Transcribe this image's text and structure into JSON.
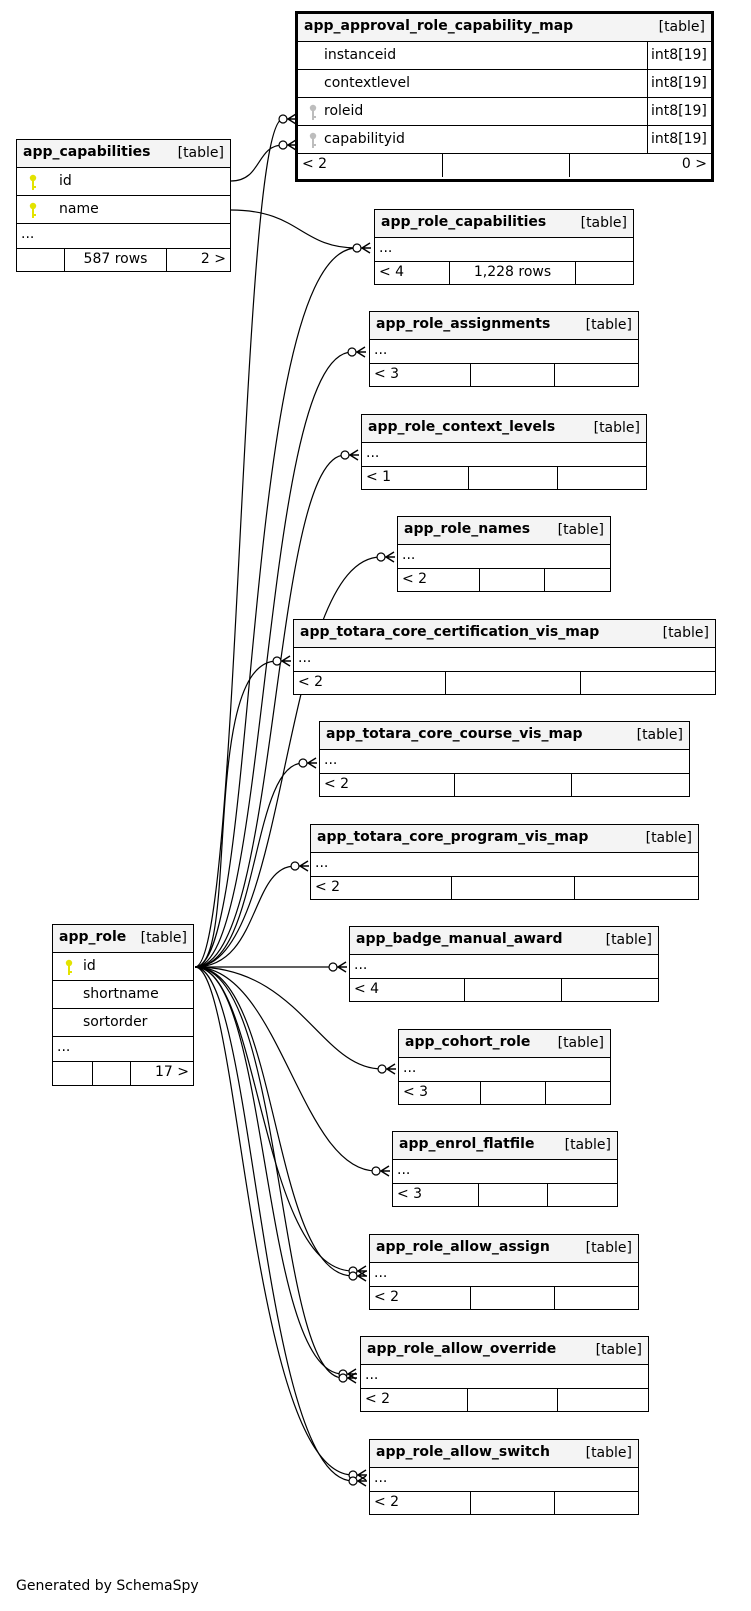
{
  "footer_text": "Generated by SchemaSpy",
  "colors": {
    "primary_key": "#e3e300",
    "foreign_key": "#bdbdbd",
    "header_bg": "#f4f4f4"
  },
  "tables": {
    "approval_map": {
      "name": "app_approval_role_capability_map",
      "type": "[table]",
      "columns": [
        {
          "name": "instanceid",
          "type": "int8[19]",
          "key": "none"
        },
        {
          "name": "contextlevel",
          "type": "int8[19]",
          "key": "none"
        },
        {
          "name": "roleid",
          "type": "int8[19]",
          "key": "foreign"
        },
        {
          "name": "capabilityid",
          "type": "int8[19]",
          "key": "foreign"
        }
      ],
      "footer": {
        "left": "< 2",
        "mid": "",
        "right": "0 >"
      }
    },
    "capabilities": {
      "name": "app_capabilities",
      "type": "[table]",
      "columns": [
        {
          "name": "id",
          "key": "primary"
        },
        {
          "name": "name",
          "key": "primary"
        }
      ],
      "more": "...",
      "footer": {
        "left": "",
        "mid": "587 rows",
        "right": "2 >"
      }
    },
    "role": {
      "name": "app_role",
      "type": "[table]",
      "columns": [
        {
          "name": "id",
          "key": "primary"
        },
        {
          "name": "shortname",
          "key": "none"
        },
        {
          "name": "sortorder",
          "key": "none"
        }
      ],
      "more": "...",
      "footer": {
        "left": "",
        "mid": "",
        "right": "17 >"
      }
    },
    "role_capabilities": {
      "name": "app_role_capabilities",
      "type": "[table]",
      "more": "...",
      "footer": {
        "left": "< 4",
        "mid": "1,228 rows",
        "right": ""
      }
    },
    "role_assignments": {
      "name": "app_role_assignments",
      "type": "[table]",
      "more": "...",
      "footer": {
        "left": "< 3",
        "mid": "",
        "right": ""
      }
    },
    "role_context_levels": {
      "name": "app_role_context_levels",
      "type": "[table]",
      "more": "...",
      "footer": {
        "left": "< 1",
        "mid": "",
        "right": ""
      }
    },
    "role_names": {
      "name": "app_role_names",
      "type": "[table]",
      "more": "...",
      "footer": {
        "left": "< 2",
        "mid": "",
        "right": ""
      }
    },
    "cert_vis_map": {
      "name": "app_totara_core_certification_vis_map",
      "type": "[table]",
      "more": "...",
      "footer": {
        "left": "< 2",
        "mid": "",
        "right": ""
      }
    },
    "course_vis_map": {
      "name": "app_totara_core_course_vis_map",
      "type": "[table]",
      "more": "...",
      "footer": {
        "left": "< 2",
        "mid": "",
        "right": ""
      }
    },
    "program_vis_map": {
      "name": "app_totara_core_program_vis_map",
      "type": "[table]",
      "more": "...",
      "footer": {
        "left": "< 2",
        "mid": "",
        "right": ""
      }
    },
    "badge_manual_award": {
      "name": "app_badge_manual_award",
      "type": "[table]",
      "more": "...",
      "footer": {
        "left": "< 4",
        "mid": "",
        "right": ""
      }
    },
    "cohort_role": {
      "name": "app_cohort_role",
      "type": "[table]",
      "more": "...",
      "footer": {
        "left": "< 3",
        "mid": "",
        "right": ""
      }
    },
    "enrol_flatfile": {
      "name": "app_enrol_flatfile",
      "type": "[table]",
      "more": "...",
      "footer": {
        "left": "< 3",
        "mid": "",
        "right": ""
      }
    },
    "role_allow_assign": {
      "name": "app_role_allow_assign",
      "type": "[table]",
      "more": "...",
      "footer": {
        "left": "< 2",
        "mid": "",
        "right": ""
      }
    },
    "role_allow_override": {
      "name": "app_role_allow_override",
      "type": "[table]",
      "more": "...",
      "footer": {
        "left": "< 2",
        "mid": "",
        "right": ""
      }
    },
    "role_allow_switch": {
      "name": "app_role_allow_switch",
      "type": "[table]",
      "more": "...",
      "footer": {
        "left": "< 2",
        "mid": "",
        "right": ""
      }
    }
  }
}
